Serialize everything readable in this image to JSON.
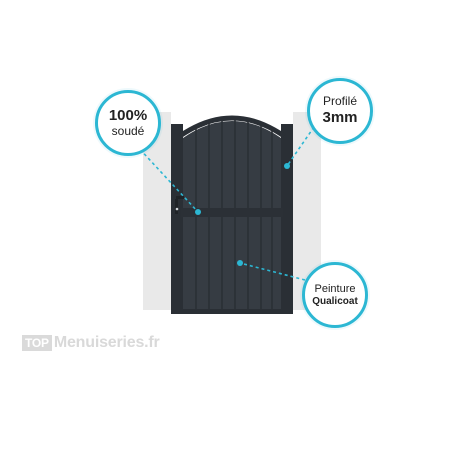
{
  "colors": {
    "accent": "#2cb7d3",
    "gate": "#363c43",
    "gate_dark": "#2a2f35",
    "pillar": "#e9e9e9"
  },
  "callouts": {
    "soude": {
      "line1": "100%",
      "line2": "soudé"
    },
    "profile": {
      "line1": "Profilé",
      "line2": "3mm"
    },
    "paint": {
      "line1": "Peinture",
      "line2": "Qualicoat"
    }
  },
  "watermark": {
    "box": "TOP",
    "text": "Menuiseries.fr"
  }
}
